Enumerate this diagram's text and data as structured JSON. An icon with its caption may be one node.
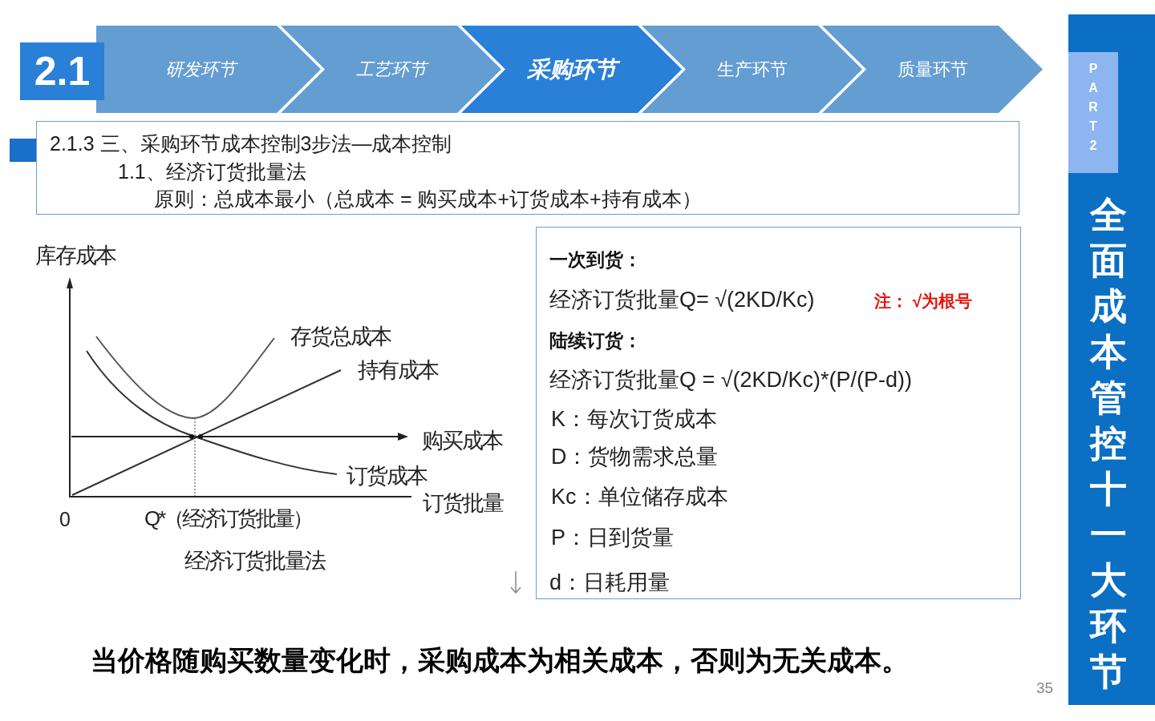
{
  "diagram": {
    "nodes": [
      {
        "text": [
          "2.1"
        ]
      },
      {
        "text": [
          "研发环节"
        ]
      },
      {
        "text": [
          "工艺环节"
        ]
      },
      {
        "text": [
          "采购环节"
        ]
      },
      {
        "text": [
          "生产环节"
        ]
      },
      {
        "text": [
          "质量环节"
        ]
      },
      {
        "text": [
          "2.1.3 三、采购环节成本控制3步法—成本控制",
          "1.1、经济订货批量法",
          "原则：总成本最小（总成本 = 购买成本+订货成本+持有成本）"
        ]
      },
      {
        "text": [
          "一次到货：",
          "经济订货批量Q= √(2KD/Kc)",
          "注： √为根号",
          "陆续订货：",
          "经济订货批量Q = √(2KD/Kc)*(P/(P-d))",
          "K：每次订货成本",
          "D：货物需求总量",
          "Kc：单位储存成本",
          "P：日到货量",
          "d：日耗用量"
        ]
      },
      {
        "text": [
          "全面成本管控十一大环节"
        ]
      },
      {
        "text": [
          "PART 2"
        ],
        "in": 8
      }
    ],
    "labels": [
      "库存成本",
      "存货总成本",
      "持有成本",
      "购买成本",
      "订货成本",
      "订货批量",
      "0",
      "Q*（经济订货批量）",
      "经济订货批量法",
      "当价格随购买数量变化时，采购成本为相关成本，否则为无关成本。",
      "35"
    ]
  }
}
